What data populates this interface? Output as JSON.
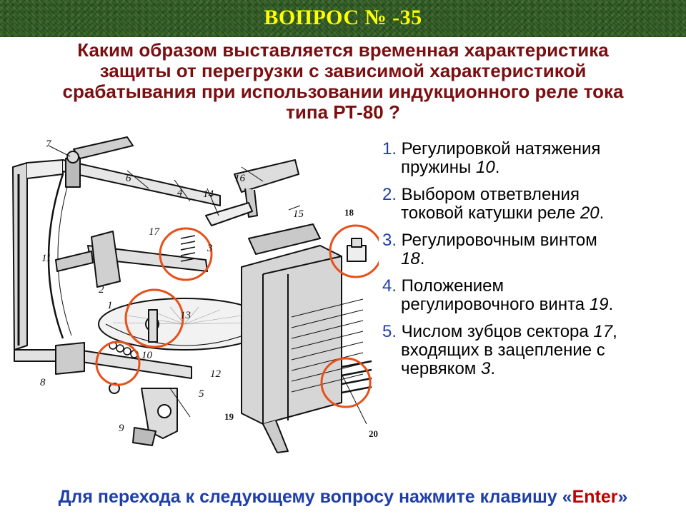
{
  "header": {
    "title": "ВОПРОС  № -35"
  },
  "question": {
    "lines": [
      "Каким образом выставляется временная характеристика",
      "защиты от перегрузки с зависимой характеристикой",
      "срабатывания при использовании индукционного реле тока",
      "типа РТ-80 ?"
    ]
  },
  "figure": {
    "labels": [
      "7",
      "6",
      "4",
      "14",
      "16",
      "15",
      "18",
      "17",
      "3",
      "11",
      "2",
      "1",
      "13",
      "10",
      "8",
      "12",
      "5",
      "9",
      "19",
      "20"
    ],
    "highlight_color": "#e8501a"
  },
  "answers": [
    {
      "num": "1.",
      "text": " Регулировкой натяжения",
      "text2": "пружины ",
      "ital": "10",
      "tail": "."
    },
    {
      "num": "2.",
      "text": " Выбором ответвления",
      "text2": "токовой катушки реле ",
      "ital": "20",
      "tail": "."
    },
    {
      "num": "3.",
      "text": " Регулировочным винтом",
      "text2": "",
      "ital": "18",
      "tail": "."
    },
    {
      "num": "4.",
      "text": " Положением",
      "text2": "регулировочного винта ",
      "ital": "19",
      "tail": "."
    },
    {
      "num": "5.",
      "text": " Числом зубцов сектора ",
      "ital_inline": "17",
      "text_after": ",",
      "text2": "входящих в зацепление с",
      "text3": "червяком ",
      "ital": "3",
      "tail": "."
    }
  ],
  "footer": {
    "before": "Для перехода к следующему вопросу нажмите клавишу «",
    "key": "Enter",
    "after": "»"
  }
}
